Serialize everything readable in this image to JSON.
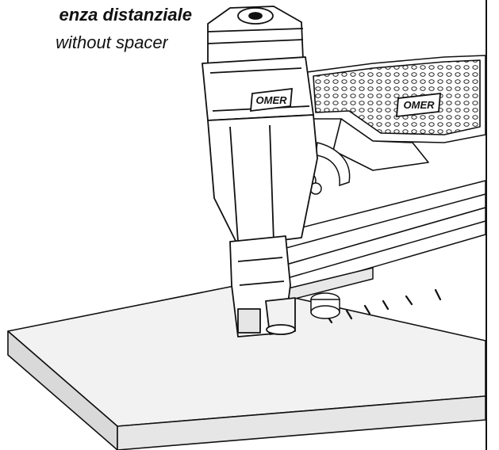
{
  "caption": {
    "italian": "enza distanziale",
    "english": "without spacer"
  },
  "tool": {
    "brand_head": "OMER",
    "brand_body": "OMER"
  },
  "colors": {
    "line": "#111111",
    "board_side": "#d9d9d9",
    "board_top": "#f2f2f2",
    "tool_fill": "#ffffff",
    "shade": "#c8c8c8"
  },
  "staple_mark_count": 6
}
